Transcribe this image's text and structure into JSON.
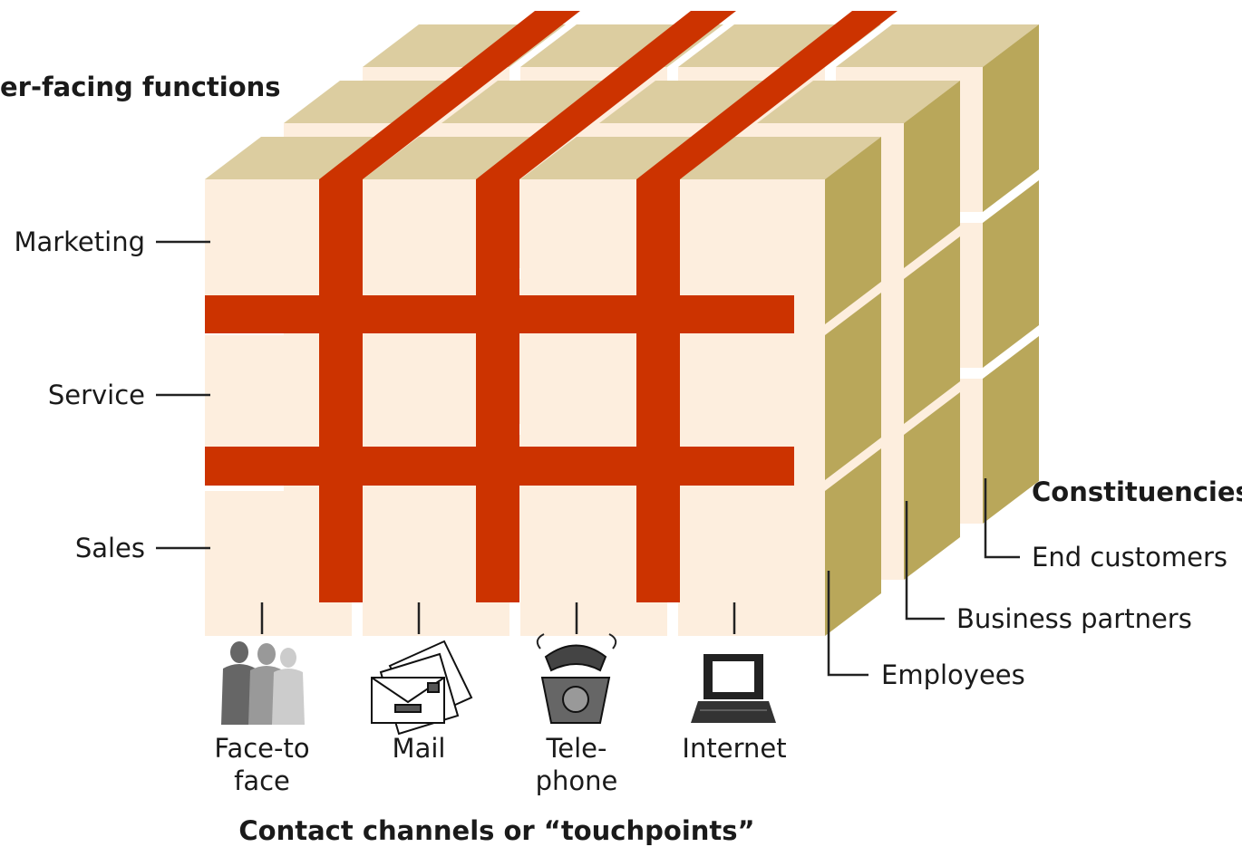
{
  "axis_titles": {
    "functions": "er-facing functions",
    "channels": "Contact channels or “touchpoints”",
    "constituencies": "Constituencies"
  },
  "functions": [
    "Marketing",
    "Service",
    "Sales"
  ],
  "channels": [
    {
      "line1": "Face-to",
      "line2": "face",
      "icon": "people-icon"
    },
    {
      "line1": "Mail",
      "line2": "",
      "icon": "mail-envelopes-icon"
    },
    {
      "line1": "Tele-",
      "line2": "phone",
      "icon": "telephone-icon"
    },
    {
      "line1": "Internet",
      "line2": "",
      "icon": "laptop-icon"
    }
  ],
  "constituencies": [
    "End customers",
    "Business partners",
    "Employees"
  ],
  "colors": {
    "front_face": "#fdeede",
    "top_face": "#dccda0",
    "side_face": "#b9a75a",
    "band": "#cc3300",
    "text": "#1a1a1a"
  }
}
